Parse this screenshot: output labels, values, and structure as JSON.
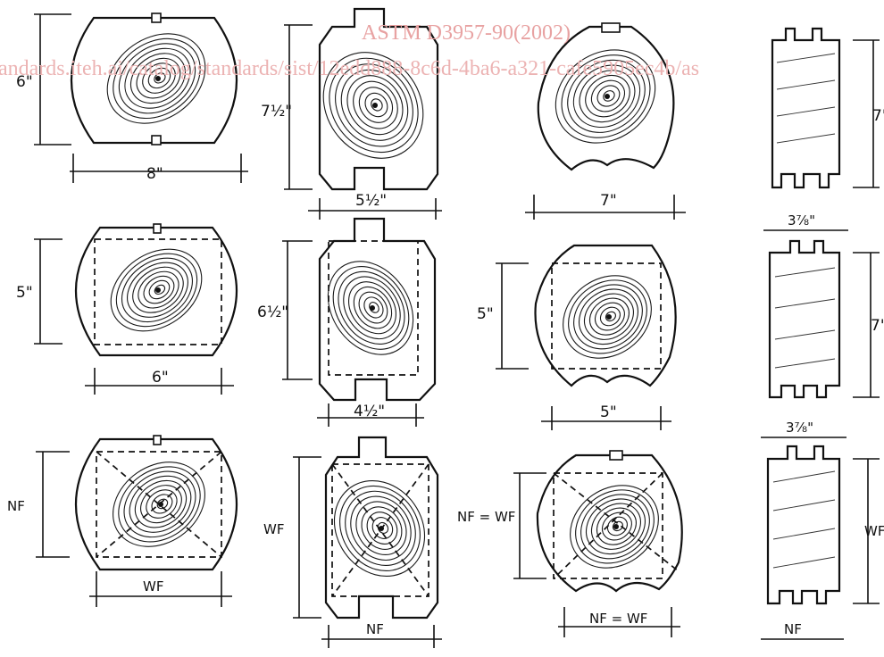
{
  "watermark": {
    "line1": "ASTM D3957-90(2002)",
    "line2": "andards.iteh.ai/catalog/standards/sist/12edd888-8c6d-4ba6-a321-cafe5905ec4b/as"
  },
  "labels": {
    "r1c1_height": "6\"",
    "r1c1_width": "8\"",
    "r1c2_height": "7½\"",
    "r1c2_width": "5½\"",
    "r1c3_width": "7\"",
    "r1c4_height": "7\"",
    "r1c4_width": "3⅞\"",
    "r2c1_height": "5\"",
    "r2c1_width": "6\"",
    "r2c2_height": "6½\"",
    "r2c2_width": "4½\"",
    "r2c3_height": "5\"",
    "r2c3_width": "5\"",
    "r2c4_height": "7\"",
    "r2c4_width": "3⅞\"",
    "r3c1_height": "NF",
    "r3c1_width": "WF",
    "r3c2_height": "WF",
    "r3c2_width": "NF",
    "r3c3_height": "NF = WF",
    "r3c3_width": "NF = WF",
    "r3c4_height": "WF",
    "r3c4_width": "NF"
  },
  "colors": {
    "ink": "#111111",
    "watermark": "#e8a2a2",
    "background": "#ffffff"
  }
}
